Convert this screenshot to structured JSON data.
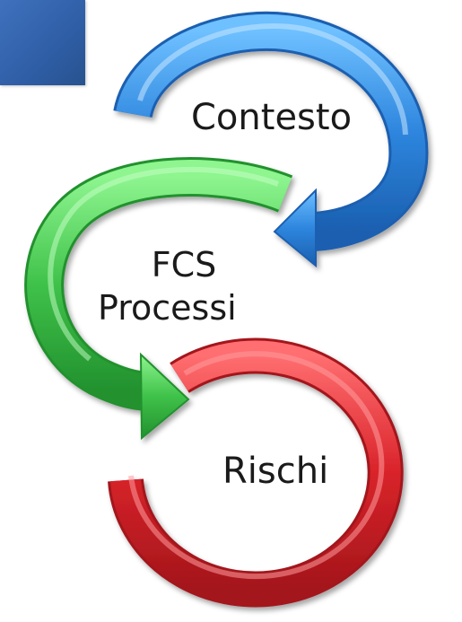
{
  "diagram": {
    "nodes": [
      {
        "id": "contesto",
        "label": "Contesto",
        "color": "#2e86de"
      },
      {
        "id": "fcs-processi",
        "label_line1": "FCS",
        "label_line2": "Processi",
        "color": "#3fc24a"
      },
      {
        "id": "rischi",
        "label": "Rischi",
        "color": "#d9232a"
      }
    ],
    "flow": [
      "Contesto",
      "FCS Processi",
      "Rischi"
    ],
    "accent_block_color": "#2f5ea6"
  }
}
